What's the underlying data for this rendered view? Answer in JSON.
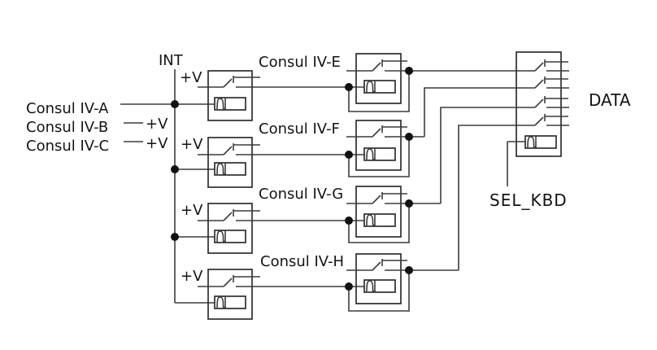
{
  "diagram": {
    "labels": {
      "int": "INT",
      "plus_v": "+V",
      "data": "DATA",
      "sel_kbd": "SEL_KBD",
      "inputs": {
        "a": "Consul IV-A",
        "b": "Consul IV-B",
        "c": "Consul IV-C"
      },
      "keyboards": {
        "e": "Consul IV-E",
        "f": "Consul IV-F",
        "g": "Consul IV-G",
        "h": "Consul IV-H"
      }
    },
    "colors": {
      "wire": "#3c3c3c",
      "text": "#141414",
      "background": "#ffffff"
    }
  }
}
